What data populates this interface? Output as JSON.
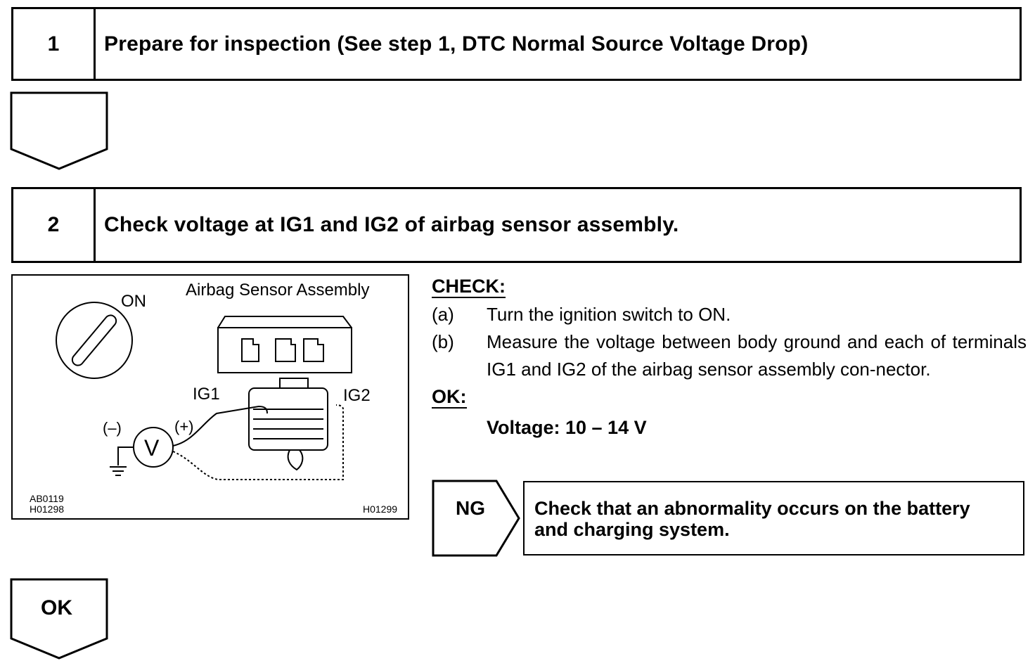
{
  "steps": [
    {
      "number": "1",
      "title": "Prepare for inspection (See step 1, DTC Normal Source Voltage Drop)"
    },
    {
      "number": "2",
      "title": "Check voltage at IG1 and IG2 of airbag sensor assembly."
    }
  ],
  "figure": {
    "title": "Airbag Sensor Assembly",
    "switch_label": "ON",
    "ig1_label": "IG1",
    "ig2_label": "IG2",
    "minus_label": "(–)",
    "plus_label": "(+)",
    "meter_label": "V",
    "code_left_1": "AB0119",
    "code_left_2": "H01298",
    "code_right": "H01299"
  },
  "check": {
    "heading": "CHECK:",
    "items": [
      {
        "label": "(a)",
        "text": "Turn the ignition switch to ON."
      },
      {
        "label": "(b)",
        "text": "Measure the voltage between body ground and each of terminals IG1 and IG2 of the airbag sensor assembly con-nector."
      }
    ],
    "ok_heading": "OK:",
    "ok_value": "Voltage: 10 – 14 V"
  },
  "ng": {
    "label": "NG",
    "result_line1": "Check that an abnormality occurs on the battery",
    "result_line2": "and charging system."
  },
  "ok_arrow_label": "OK"
}
